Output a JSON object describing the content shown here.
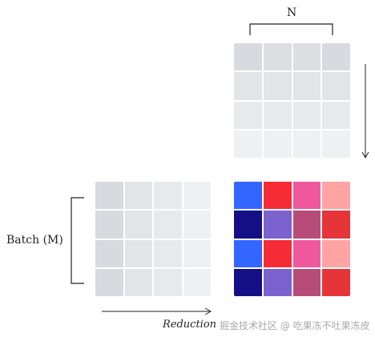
{
  "labels": {
    "n": "N",
    "batch": "Batch (M)",
    "reduction": "Reduction"
  },
  "watermark": "掘金技术社区 @ 吃果冻不吐果冻皮",
  "grids": {
    "top": [
      [
        "#d8dadf",
        "#dcdee2",
        "#dcdee2",
        "#d8dadf"
      ],
      [
        "#e3e4e7",
        "#e3e4e7",
        "#e3e4e7",
        "#e3e4e7"
      ],
      [
        "#e8e9ec",
        "#e8e9ec",
        "#e8e9ec",
        "#e8e9ec"
      ],
      [
        "#eff0f2",
        "#eff0f2",
        "#eff0f2",
        "#eff0f2"
      ]
    ],
    "left": [
      [
        "#d8dadf",
        "#e3e4e7",
        "#e8e9ec",
        "#eff0f2"
      ],
      [
        "#d8dadf",
        "#e3e4e7",
        "#e8e9ec",
        "#eff0f2"
      ],
      [
        "#d8dadf",
        "#e3e4e7",
        "#e8e9ec",
        "#eff0f2"
      ],
      [
        "#d8dadf",
        "#e3e4e7",
        "#e8e9ec",
        "#eff0f2"
      ]
    ],
    "output": [
      [
        "#3366ff",
        "#f52c35",
        "#f0589e",
        "#ffa3a3"
      ],
      [
        "#150f86",
        "#7b62cf",
        "#b84c78",
        "#e53539"
      ],
      [
        "#3366ff",
        "#f52c35",
        "#f0589e",
        "#ffa3a3"
      ],
      [
        "#150f86",
        "#7b62cf",
        "#b84c78",
        "#e53539"
      ]
    ]
  }
}
